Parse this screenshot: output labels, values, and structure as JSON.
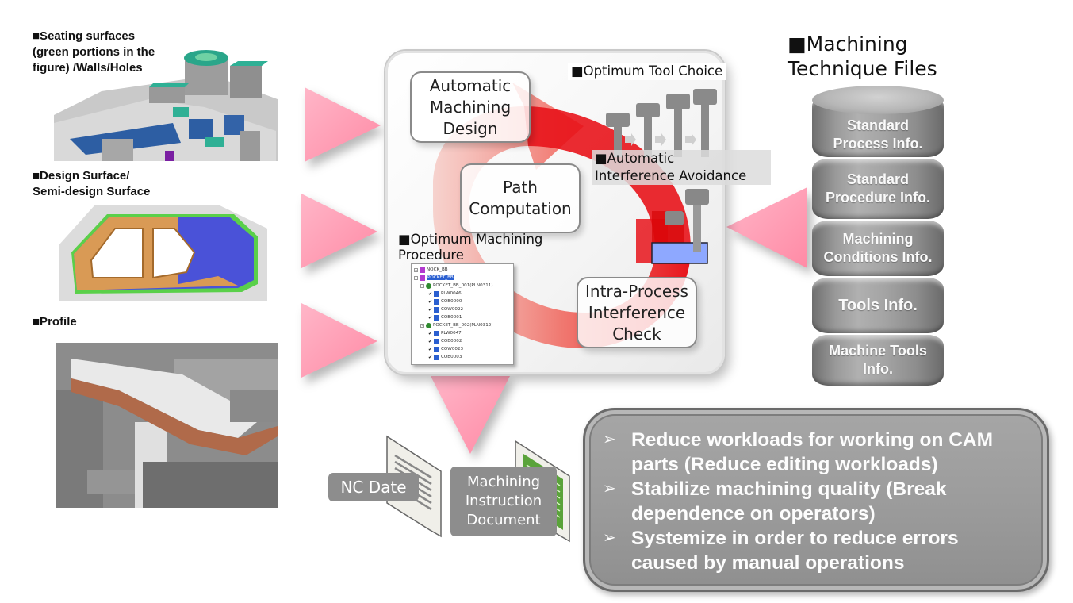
{
  "inputs": [
    {
      "label_line1": "■Seating surfaces",
      "label_line2": "(green portions in the",
      "label_line3": "figure) /Walls/Holes",
      "image": "seating-surfaces-cad-model"
    },
    {
      "label_line1": "■Design Surface/",
      "label_line2": "Semi-design Surface",
      "image": "car-side-panel-design-surface"
    },
    {
      "label_line1": "■Profile",
      "image": "profile-die-cad-model"
    }
  ],
  "center": {
    "stages": [
      {
        "line1": "Automatic",
        "line2": "Machining",
        "line3": "Design"
      },
      {
        "line1": "Path",
        "line2": "Computation"
      },
      {
        "line1": "Intra-Process",
        "line2": "Interference",
        "line3": "Check"
      }
    ],
    "captions": {
      "tool_choice": "■Optimum Tool Choice",
      "avoidance_line1": "■Automatic",
      "avoidance_line2": "Interference Avoidance",
      "procedure_line1": "■Optimum Machining",
      "procedure_line2": "Procedure"
    },
    "tree": {
      "rows": [
        {
          "level": 0,
          "expander": "+",
          "text": "NOCK_BB",
          "selected": false
        },
        {
          "level": 0,
          "expander": "-",
          "text": "POCKET_BB",
          "selected": true
        },
        {
          "level": 1,
          "expander": "-",
          "text": "POCKET_BB_001(PLN0311)",
          "selected": false
        },
        {
          "level": 2,
          "check": true,
          "text": "PLW0046"
        },
        {
          "level": 2,
          "check": true,
          "text": "COB0000"
        },
        {
          "level": 2,
          "check": true,
          "text": "COW0022"
        },
        {
          "level": 2,
          "check": true,
          "text": "COB0001"
        },
        {
          "level": 1,
          "expander": "-",
          "text": "POCKET_BB_002(PLN0312)",
          "selected": false
        },
        {
          "level": 2,
          "check": true,
          "text": "PLW0047"
        },
        {
          "level": 2,
          "check": true,
          "text": "COB0002"
        },
        {
          "level": 2,
          "check": true,
          "text": "COW0023"
        },
        {
          "level": 2,
          "check": true,
          "text": "COB0003"
        }
      ]
    },
    "cycle_arrow_color": "#e8141b"
  },
  "database": {
    "title_line1": "■Machining",
    "title_line2": "Technique Files",
    "layers": [
      {
        "line1": "Standard",
        "line2": "Process Info."
      },
      {
        "line1": "Standard",
        "line2": "Procedure Info."
      },
      {
        "line1": "Machining",
        "line2": "Conditions Info."
      },
      {
        "line1": "Tools Info.",
        "line2": ""
      },
      {
        "line1": "Machine Tools",
        "line2": "Info."
      }
    ]
  },
  "outputs": {
    "nc_data": "NC Date",
    "instruction_line1": "Machining",
    "instruction_line2": "Instruction",
    "instruction_line3": "Document"
  },
  "benefits": {
    "bullet": "➢",
    "items": [
      {
        "line1": "Reduce workloads for working on CAM",
        "line2": "parts (Reduce editing workloads)"
      },
      {
        "line1": "Stabilize machining quality (Break",
        "line2": "dependence on operators)"
      },
      {
        "line1": "Systemize in order to reduce errors",
        "line2": "caused by manual operations"
      }
    ]
  },
  "colors": {
    "arrow_pink": "#ff8fa8",
    "cycle_red": "#e8141b",
    "db_grey": "#a0a0a0",
    "benefit_box": "#9c9c9c",
    "doc_label": "#8d8d8d"
  }
}
